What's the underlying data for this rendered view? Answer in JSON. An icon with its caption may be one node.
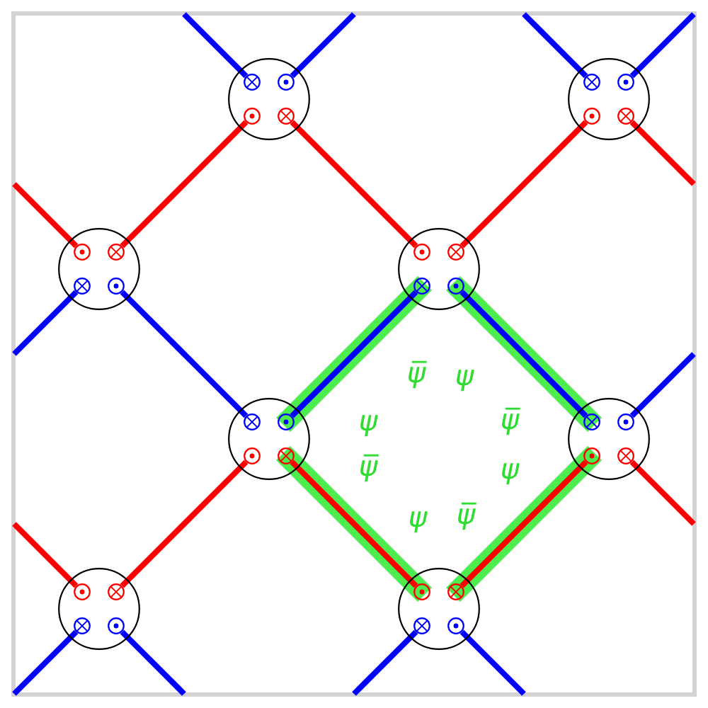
{
  "diagram": {
    "nodes": [
      {
        "text": [],
        "shape": "circle"
      },
      {
        "text": [],
        "shape": "cross",
        "in": 0
      },
      {
        "text": [],
        "shape": "dot",
        "in": 0
      },
      {
        "text": [],
        "shape": "dot",
        "in": 0
      },
      {
        "text": [],
        "shape": "cross",
        "in": 0
      },
      {
        "text": [],
        "shape": "circle"
      },
      {
        "text": [],
        "shape": "cross",
        "in": 5
      },
      {
        "text": [],
        "shape": "dot",
        "in": 5
      },
      {
        "text": [],
        "shape": "dot",
        "in": 5
      },
      {
        "text": [],
        "shape": "cross",
        "in": 5
      },
      {
        "text": [],
        "shape": "circle"
      },
      {
        "text": [],
        "shape": "dot",
        "in": 10
      },
      {
        "text": [],
        "shape": "cross",
        "in": 10
      },
      {
        "text": [],
        "shape": "cross",
        "in": 10
      },
      {
        "text": [],
        "shape": "dot",
        "in": 10
      },
      {
        "text": [],
        "shape": "circle"
      },
      {
        "text": [],
        "shape": "dot",
        "in": 15
      },
      {
        "text": [],
        "shape": "cross",
        "in": 15
      },
      {
        "text": [],
        "shape": "cross",
        "in": 15
      },
      {
        "text": [],
        "shape": "dot",
        "in": 15
      },
      {
        "text": [],
        "shape": "circle"
      },
      {
        "text": [],
        "shape": "cross",
        "in": 20
      },
      {
        "text": [],
        "shape": "dot",
        "in": 20
      },
      {
        "text": [],
        "shape": "dot",
        "in": 20
      },
      {
        "text": [],
        "shape": "cross",
        "in": 20
      },
      {
        "text": [],
        "shape": "circle"
      },
      {
        "text": [],
        "shape": "cross",
        "in": 25
      },
      {
        "text": [],
        "shape": "dot",
        "in": 25
      },
      {
        "text": [],
        "shape": "dot",
        "in": 25
      },
      {
        "text": [],
        "shape": "cross",
        "in": 25
      },
      {
        "text": [],
        "shape": "circle"
      },
      {
        "text": [],
        "shape": "dot",
        "in": 30
      },
      {
        "text": [],
        "shape": "cross",
        "in": 30
      },
      {
        "text": [],
        "shape": "cross",
        "in": 30
      },
      {
        "text": [],
        "shape": "dot",
        "in": 30
      },
      {
        "text": [],
        "shape": "circle"
      },
      {
        "text": [],
        "shape": "dot",
        "in": 35
      },
      {
        "text": [],
        "shape": "cross",
        "in": 35
      },
      {
        "text": [],
        "shape": "cross",
        "in": 35
      },
      {
        "text": [],
        "shape": "dot",
        "in": 35
      }
    ],
    "edges": [
      {
        "from": 1,
        "to": null,
        "arrow": "none"
      },
      {
        "from": 2,
        "to": null,
        "arrow": "none"
      },
      {
        "from": 6,
        "to": null,
        "arrow": "none"
      },
      {
        "from": 7,
        "to": null,
        "arrow": "none"
      },
      {
        "from": 3,
        "to": 12,
        "arrow": "none",
        "color": "#ff0000"
      },
      {
        "from": 4,
        "to": 16,
        "arrow": "none",
        "color": "#ff0000"
      },
      {
        "from": 8,
        "to": 17,
        "arrow": "none",
        "color": "#ff0000"
      },
      {
        "from": 9,
        "to": null,
        "arrow": "none",
        "color": "#ff0000"
      },
      {
        "from": 11,
        "to": null,
        "arrow": "none",
        "color": "#ff0000"
      },
      {
        "from": 13,
        "to": null,
        "arrow": "none"
      },
      {
        "from": 14,
        "to": 21,
        "arrow": "none"
      },
      {
        "from": 18,
        "to": 22,
        "arrow": "none"
      },
      {
        "from": 19,
        "to": 26,
        "arrow": "none"
      },
      {
        "from": 23,
        "to": 32,
        "arrow": "none",
        "color": "#ff0000"
      },
      {
        "from": 24,
        "to": 36,
        "arrow": "none",
        "color": "#ff0000"
      },
      {
        "from": 27,
        "to": null,
        "arrow": "none"
      },
      {
        "from": 28,
        "to": 37,
        "arrow": "none",
        "color": "#ff0000"
      },
      {
        "from": 29,
        "to": null,
        "arrow": "none",
        "color": "#ff0000"
      },
      {
        "from": 31,
        "to": null,
        "arrow": "none",
        "color": "#ff0000"
      },
      {
        "from": 33,
        "to": null,
        "arrow": "none"
      },
      {
        "from": 34,
        "to": null,
        "arrow": "none"
      },
      {
        "from": 38,
        "to": null,
        "arrow": "none"
      },
      {
        "from": 39,
        "to": null,
        "arrow": "none"
      }
    ],
    "labels": [
      "ψ̅",
      "ψ",
      "ψ",
      "ψ̅",
      "ψ̅",
      "ψ",
      "ψ",
      "ψ̅"
    ]
  }
}
